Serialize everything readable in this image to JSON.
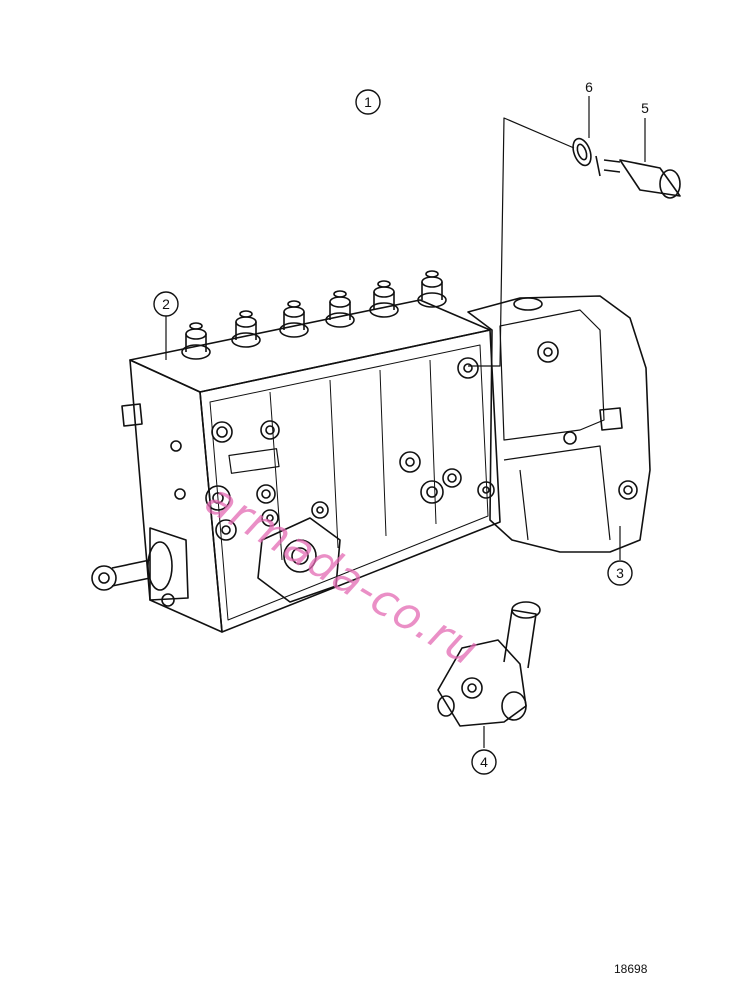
{
  "callouts": [
    {
      "id": "1",
      "label": "1"
    },
    {
      "id": "2",
      "label": "2"
    },
    {
      "id": "3",
      "label": "3"
    },
    {
      "id": "4",
      "label": "4"
    },
    {
      "id": "5",
      "label": "5"
    },
    {
      "id": "6",
      "label": "6"
    }
  ],
  "drawing_number": "18698",
  "watermark": "armada-co.ru",
  "colors": {
    "line": "#111111",
    "watermark": "#e46ab3"
  }
}
